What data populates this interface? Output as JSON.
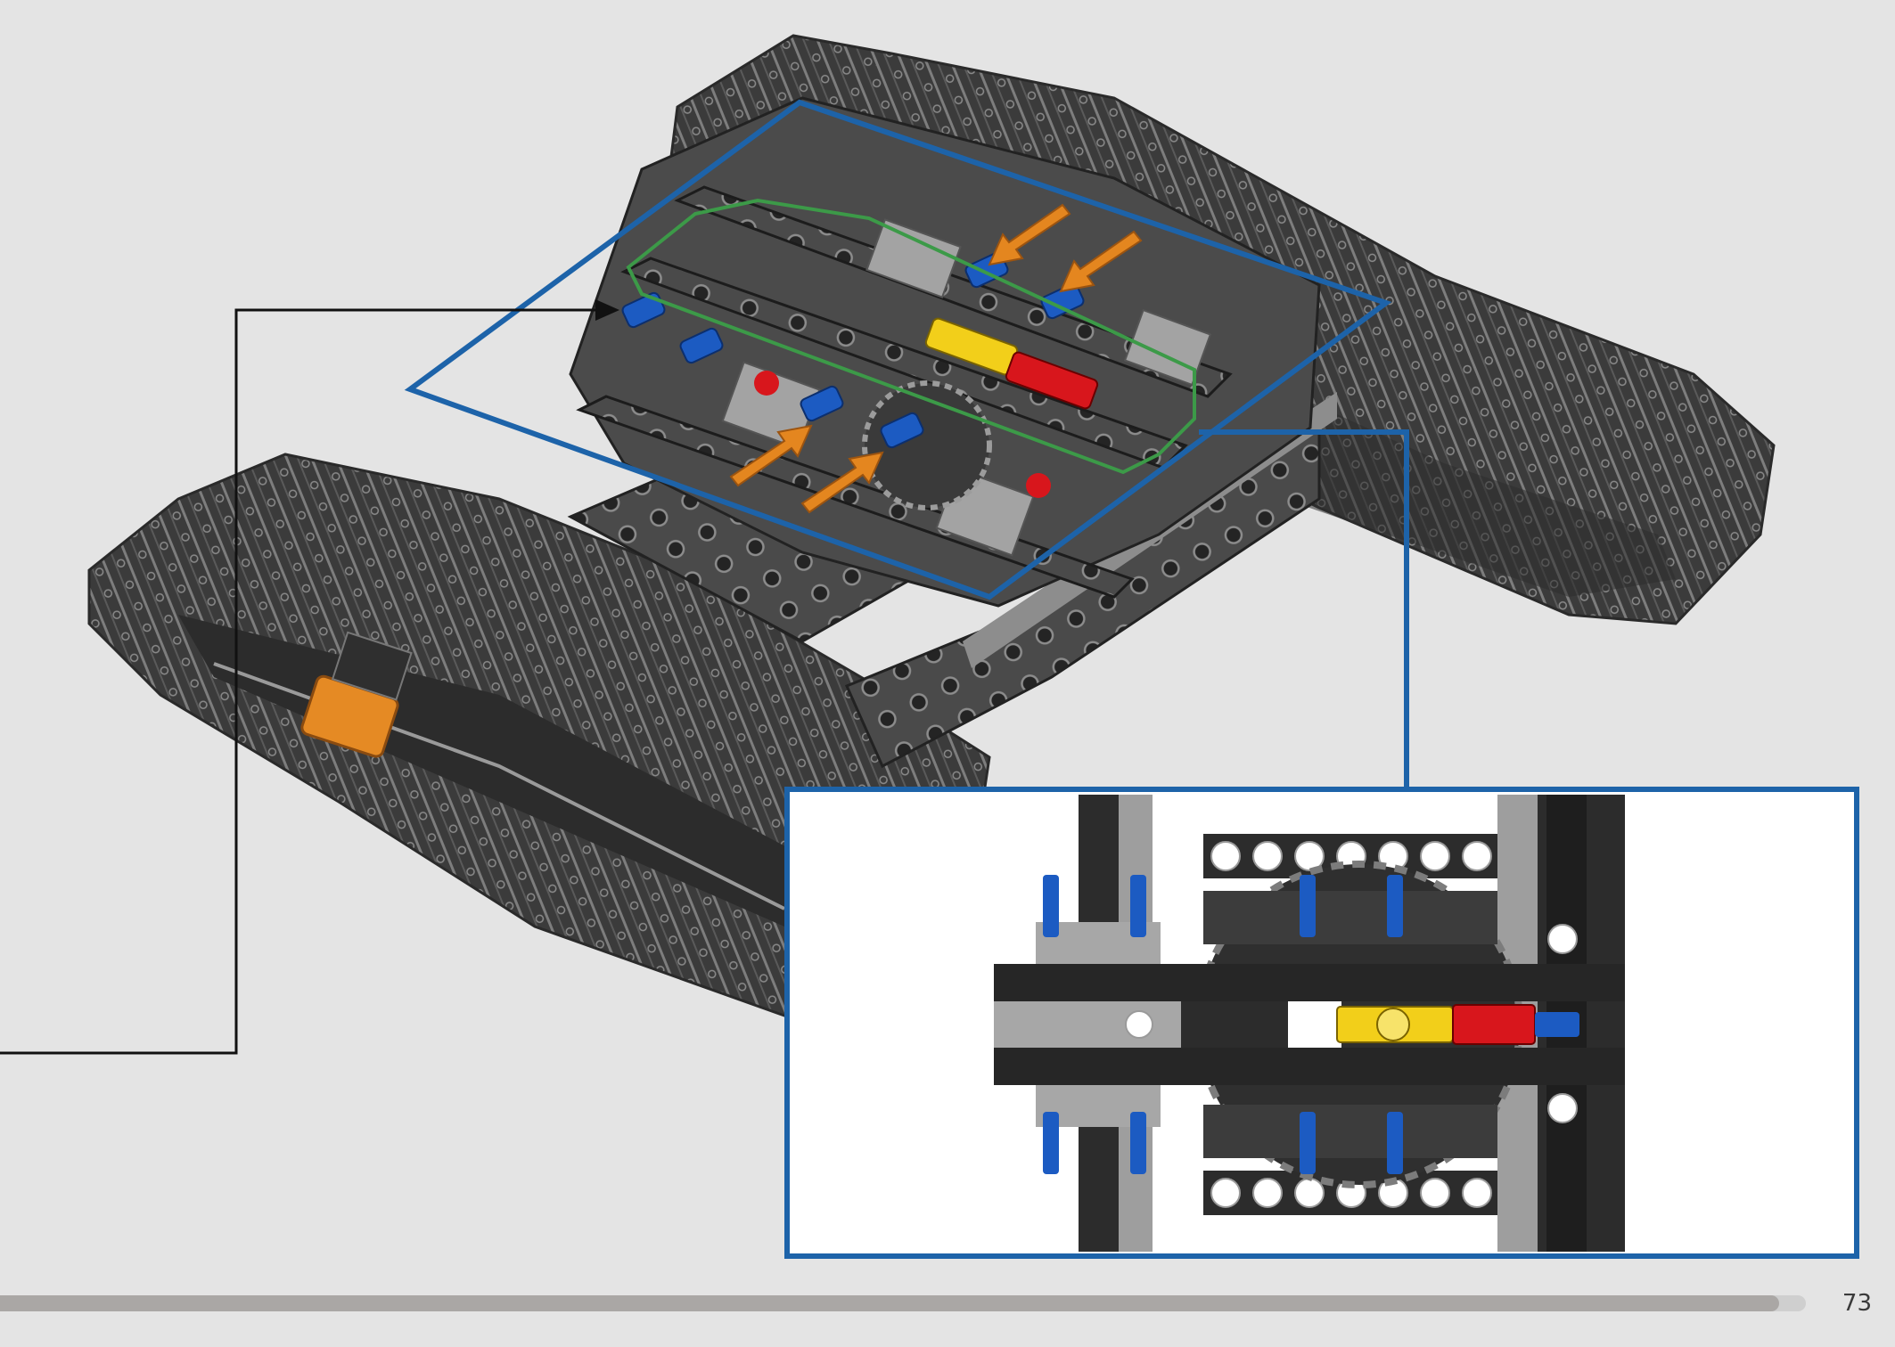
{
  "page": {
    "number": "73",
    "progress": 0.985
  },
  "illustration": {
    "subject": "track-chassis-assembly",
    "callout_frame_color": "#1d63a9",
    "highlight_outline_color": "#3c9a48",
    "direction_arrow_color": "#e4861f",
    "pointer_arrow_color": "#111111",
    "icons": [
      "callout-pointer-arrow-icon",
      "insert-direction-arrow-icon"
    ]
  },
  "colors": {
    "background": "#e4e4e4",
    "progress_track": "#cfcfcf",
    "progress_fill": "#aaa7a5",
    "page_number": "#3a3a3a"
  }
}
